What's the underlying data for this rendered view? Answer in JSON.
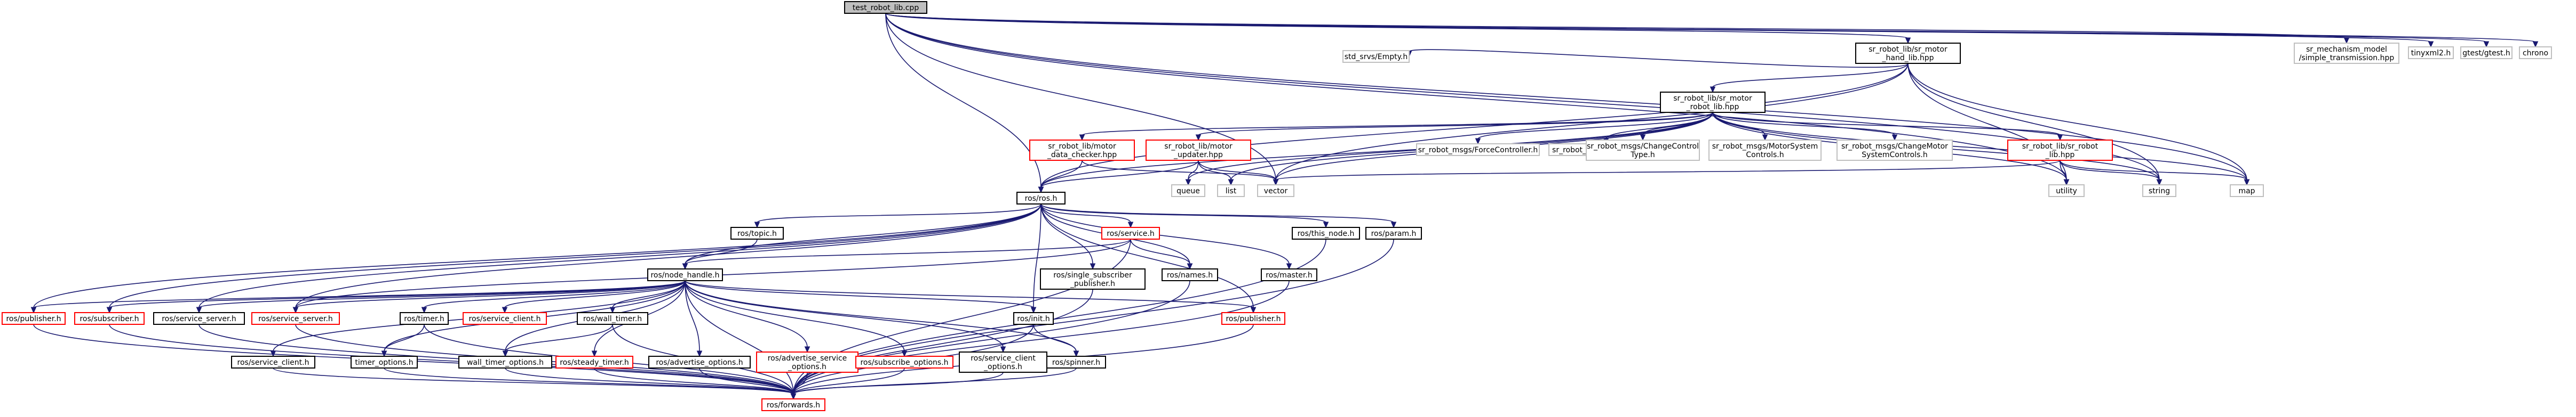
{
  "diagram": {
    "type": "include-dependency-graph",
    "colors": {
      "edge": "#191970",
      "root_fill": "#bfbfbf",
      "documented_border": "#000000",
      "undocumented_border": "#ff0000",
      "external_border": "#bfbfbf"
    },
    "nodes": [
      {
        "id": "root",
        "lines": [
          "test_robot_lib.cpp"
        ],
        "style": "root"
      },
      {
        "id": "hand_lib",
        "lines": [
          "sr_robot_lib/sr_motor",
          "_hand_lib.hpp"
        ],
        "style": "black"
      },
      {
        "id": "motor_robot_lib",
        "lines": [
          "sr_robot_lib/sr_motor",
          "_robot_lib.hpp"
        ],
        "style": "black"
      },
      {
        "id": "empty_srv",
        "lines": [
          "std_srvs/Empty.h"
        ],
        "style": "grey"
      },
      {
        "id": "simple_trans",
        "lines": [
          "sr_mechanism_model",
          "/simple_transmission.hpp"
        ],
        "style": "grey"
      },
      {
        "id": "tinyxml",
        "lines": [
          "tinyxml2.h"
        ],
        "style": "grey"
      },
      {
        "id": "gtest",
        "lines": [
          "gtest/gtest.h"
        ],
        "style": "grey"
      },
      {
        "id": "chrono",
        "lines": [
          "chrono"
        ],
        "style": "grey"
      },
      {
        "id": "data_checker",
        "lines": [
          "sr_robot_lib/motor",
          "_data_checker.hpp"
        ],
        "style": "red"
      },
      {
        "id": "motor_updater",
        "lines": [
          "sr_robot_lib/motor",
          "_updater.hpp"
        ],
        "style": "red"
      },
      {
        "id": "force_ctrl",
        "lines": [
          "sr_robot_msgs/ForceController.h"
        ],
        "style": "grey"
      },
      {
        "id": "ctrl_type",
        "lines": [
          "sr_robot_msgs/ControlType.h"
        ],
        "style": "grey"
      },
      {
        "id": "change_ctrl_type",
        "lines": [
          "sr_robot_msgs/ChangeControl",
          "Type.h"
        ],
        "style": "grey"
      },
      {
        "id": "motor_sys_ctrls",
        "lines": [
          "sr_robot_msgs/MotorSystem",
          "Controls.h"
        ],
        "style": "grey"
      },
      {
        "id": "change_motor_sys",
        "lines": [
          "sr_robot_msgs/ChangeMotor",
          "SystemControls.h"
        ],
        "style": "grey"
      },
      {
        "id": "sr_robot_lib",
        "lines": [
          "sr_robot_lib/sr_robot",
          "_lib.hpp"
        ],
        "style": "red"
      },
      {
        "id": "queue",
        "lines": [
          "queue"
        ],
        "style": "grey"
      },
      {
        "id": "list",
        "lines": [
          "list"
        ],
        "style": "grey"
      },
      {
        "id": "vector",
        "lines": [
          "vector"
        ],
        "style": "grey"
      },
      {
        "id": "utility",
        "lines": [
          "utility"
        ],
        "style": "grey"
      },
      {
        "id": "string",
        "lines": [
          "string"
        ],
        "style": "grey"
      },
      {
        "id": "map",
        "lines": [
          "map"
        ],
        "style": "grey"
      },
      {
        "id": "ros_h",
        "lines": [
          "ros/ros.h"
        ],
        "style": "black"
      },
      {
        "id": "topic",
        "lines": [
          "ros/topic.h"
        ],
        "style": "black"
      },
      {
        "id": "service_h",
        "lines": [
          "ros/service.h"
        ],
        "style": "red"
      },
      {
        "id": "this_node",
        "lines": [
          "ros/this_node.h"
        ],
        "style": "black"
      },
      {
        "id": "param",
        "lines": [
          "ros/param.h"
        ],
        "style": "black"
      },
      {
        "id": "single_sub_pub",
        "lines": [
          "ros/single_subscriber",
          "_publisher.h"
        ],
        "style": "black"
      },
      {
        "id": "names",
        "lines": [
          "ros/names.h"
        ],
        "style": "black"
      },
      {
        "id": "master",
        "lines": [
          "ros/master.h"
        ],
        "style": "black"
      },
      {
        "id": "node_handle",
        "lines": [
          "ros/node_handle.h"
        ],
        "style": "black"
      },
      {
        "id": "publisher",
        "lines": [
          "ros/publisher.h"
        ],
        "style": "red"
      },
      {
        "id": "subscriber",
        "lines": [
          "ros/subscriber.h"
        ],
        "style": "red"
      },
      {
        "id": "service_server_b",
        "lines": [
          "ros/service_server.h"
        ],
        "style": "black"
      },
      {
        "id": "service_server_r",
        "lines": [
          "ros/service_server.h"
        ],
        "style": "red"
      },
      {
        "id": "timer",
        "lines": [
          "ros/timer.h"
        ],
        "style": "black"
      },
      {
        "id": "service_client_r",
        "lines": [
          "ros/service_client.h"
        ],
        "style": "red"
      },
      {
        "id": "wall_timer",
        "lines": [
          "ros/wall_timer.h"
        ],
        "style": "black"
      },
      {
        "id": "init",
        "lines": [
          "ros/init.h"
        ],
        "style": "black"
      },
      {
        "id": "publisher2",
        "lines": [
          "ros/publisher.h"
        ],
        "style": "red"
      },
      {
        "id": "service_client_b",
        "lines": [
          "ros/service_client.h"
        ],
        "style": "black"
      },
      {
        "id": "timer_options",
        "lines": [
          "timer_options.h"
        ],
        "style": "black"
      },
      {
        "id": "wall_timer_options",
        "lines": [
          "wall_timer_options.h"
        ],
        "style": "black"
      },
      {
        "id": "steady_timer",
        "lines": [
          "ros/steady_timer.h"
        ],
        "style": "red"
      },
      {
        "id": "advertise_options",
        "lines": [
          "ros/advertise_options.h"
        ],
        "style": "black"
      },
      {
        "id": "adv_srv_options",
        "lines": [
          "ros/advertise_service",
          "_options.h"
        ],
        "style": "red"
      },
      {
        "id": "subscribe_options",
        "lines": [
          "ros/subscribe_options.h"
        ],
        "style": "red"
      },
      {
        "id": "service_client_options",
        "lines": [
          "ros/service_client",
          "_options.h"
        ],
        "style": "black"
      },
      {
        "id": "spinner",
        "lines": [
          "ros/spinner.h"
        ],
        "style": "black"
      },
      {
        "id": "forwards",
        "lines": [
          "ros/forwards.h"
        ],
        "style": "red"
      }
    ],
    "edges": [
      [
        "root",
        "hand_lib"
      ],
      [
        "root",
        "simple_trans"
      ],
      [
        "root",
        "tinyxml"
      ],
      [
        "root",
        "gtest"
      ],
      [
        "root",
        "chrono"
      ],
      [
        "root",
        "ros_h"
      ],
      [
        "root",
        "vector"
      ],
      [
        "root",
        "utility"
      ],
      [
        "root",
        "string"
      ],
      [
        "root",
        "map"
      ],
      [
        "hand_lib",
        "motor_robot_lib"
      ],
      [
        "hand_lib",
        "empty_srv"
      ],
      [
        "hand_lib",
        "ros_h"
      ],
      [
        "hand_lib",
        "vector"
      ],
      [
        "hand_lib",
        "utility"
      ],
      [
        "hand_lib",
        "string"
      ],
      [
        "hand_lib",
        "map"
      ],
      [
        "motor_robot_lib",
        "data_checker"
      ],
      [
        "motor_robot_lib",
        "motor_updater"
      ],
      [
        "motor_robot_lib",
        "force_ctrl"
      ],
      [
        "motor_robot_lib",
        "ctrl_type"
      ],
      [
        "motor_robot_lib",
        "change_ctrl_type"
      ],
      [
        "motor_robot_lib",
        "motor_sys_ctrls"
      ],
      [
        "motor_robot_lib",
        "change_motor_sys"
      ],
      [
        "motor_robot_lib",
        "sr_robot_lib"
      ],
      [
        "motor_robot_lib",
        "queue"
      ],
      [
        "motor_robot_lib",
        "list"
      ],
      [
        "motor_robot_lib",
        "vector"
      ],
      [
        "motor_robot_lib",
        "utility"
      ],
      [
        "motor_robot_lib",
        "string"
      ],
      [
        "motor_robot_lib",
        "map"
      ],
      [
        "motor_robot_lib",
        "ros_h"
      ],
      [
        "data_checker",
        "ros_h"
      ],
      [
        "data_checker",
        "vector"
      ],
      [
        "motor_updater",
        "ros_h"
      ],
      [
        "motor_updater",
        "queue"
      ],
      [
        "motor_updater",
        "list"
      ],
      [
        "motor_updater",
        "vector"
      ],
      [
        "sr_robot_lib",
        "vector"
      ],
      [
        "sr_robot_lib",
        "utility"
      ],
      [
        "sr_robot_lib",
        "string"
      ],
      [
        "sr_robot_lib",
        "map"
      ],
      [
        "ros_h",
        "topic"
      ],
      [
        "ros_h",
        "service_h"
      ],
      [
        "ros_h",
        "this_node"
      ],
      [
        "ros_h",
        "param"
      ],
      [
        "ros_h",
        "single_sub_pub"
      ],
      [
        "ros_h",
        "names"
      ],
      [
        "ros_h",
        "master"
      ],
      [
        "ros_h",
        "node_handle"
      ],
      [
        "ros_h",
        "publisher"
      ],
      [
        "ros_h",
        "subscriber"
      ],
      [
        "ros_h",
        "service_server_b"
      ],
      [
        "ros_h",
        "service_server_r"
      ],
      [
        "ros_h",
        "init"
      ],
      [
        "ros_h",
        "publisher2"
      ],
      [
        "topic",
        "node_handle"
      ],
      [
        "service_h",
        "node_handle"
      ],
      [
        "service_h",
        "names"
      ],
      [
        "service_h",
        "service_server_r"
      ],
      [
        "service_h",
        "forwards"
      ],
      [
        "this_node",
        "forwards"
      ],
      [
        "param",
        "forwards"
      ],
      [
        "single_sub_pub",
        "forwards"
      ],
      [
        "names",
        "forwards"
      ],
      [
        "master",
        "forwards"
      ],
      [
        "node_handle",
        "publisher"
      ],
      [
        "node_handle",
        "subscriber"
      ],
      [
        "node_handle",
        "service_server_b"
      ],
      [
        "node_handle",
        "service_server_r"
      ],
      [
        "node_handle",
        "timer"
      ],
      [
        "node_handle",
        "service_client_r"
      ],
      [
        "node_handle",
        "wall_timer"
      ],
      [
        "node_handle",
        "init"
      ],
      [
        "node_handle",
        "publisher2"
      ],
      [
        "node_handle",
        "service_client_b"
      ],
      [
        "node_handle",
        "timer_options"
      ],
      [
        "node_handle",
        "wall_timer_options"
      ],
      [
        "node_handle",
        "steady_timer"
      ],
      [
        "node_handle",
        "advertise_options"
      ],
      [
        "node_handle",
        "adv_srv_options"
      ],
      [
        "node_handle",
        "subscribe_options"
      ],
      [
        "node_handle",
        "service_client_options"
      ],
      [
        "node_handle",
        "spinner"
      ],
      [
        "node_handle",
        "forwards"
      ],
      [
        "publisher",
        "forwards"
      ],
      [
        "subscriber",
        "forwards"
      ],
      [
        "service_server_b",
        "forwards"
      ],
      [
        "service_server_r",
        "forwards"
      ],
      [
        "timer",
        "timer_options"
      ],
      [
        "timer",
        "forwards"
      ],
      [
        "wall_timer",
        "wall_timer_options"
      ],
      [
        "wall_timer",
        "forwards"
      ],
      [
        "init",
        "spinner"
      ],
      [
        "init",
        "forwards"
      ],
      [
        "publisher2",
        "forwards"
      ],
      [
        "service_client_b",
        "forwards"
      ],
      [
        "timer_options",
        "forwards"
      ],
      [
        "wall_timer_options",
        "forwards"
      ],
      [
        "steady_timer",
        "forwards"
      ],
      [
        "advertise_options",
        "forwards"
      ],
      [
        "adv_srv_options",
        "forwards"
      ],
      [
        "subscribe_options",
        "forwards"
      ],
      [
        "service_client_options",
        "forwards"
      ],
      [
        "spinner",
        "forwards"
      ]
    ]
  }
}
